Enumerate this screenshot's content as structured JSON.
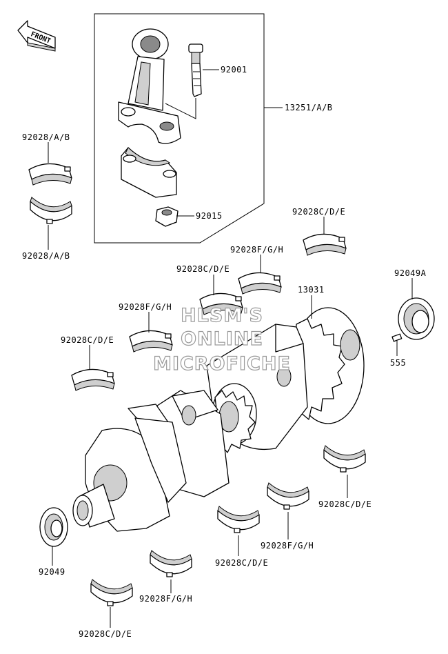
{
  "front_label": "FRONT",
  "labels": {
    "p92001": "92001",
    "p13251": "13251/A/B",
    "p92028ab_top": "92028/A/B",
    "p92028ab_bottom": "92028/A/B",
    "p92015": "92015",
    "p92028cde_1": "92028C/D/E",
    "p92028fgh_1": "92028F/G/H",
    "p92028cde_2": "92028C/D/E",
    "p13031": "13031",
    "p92049a": "92049A",
    "p92028fgh_2": "92028F/G/H",
    "p92028cde_3": "92028C/D/E",
    "p555": "555",
    "p92028cde_4": "92028C/D/E",
    "p92049": "92049",
    "p92028fgh_3": "92028F/G/H",
    "p92028cde_5": "92028C/D/E",
    "p92028fgh_4": "92028F/G/H",
    "p92028cde_6": "92028C/D/E"
  },
  "watermark": {
    "line1": "HLSM'S",
    "line2": "ONLINE",
    "line3": "MICROFICHE"
  }
}
